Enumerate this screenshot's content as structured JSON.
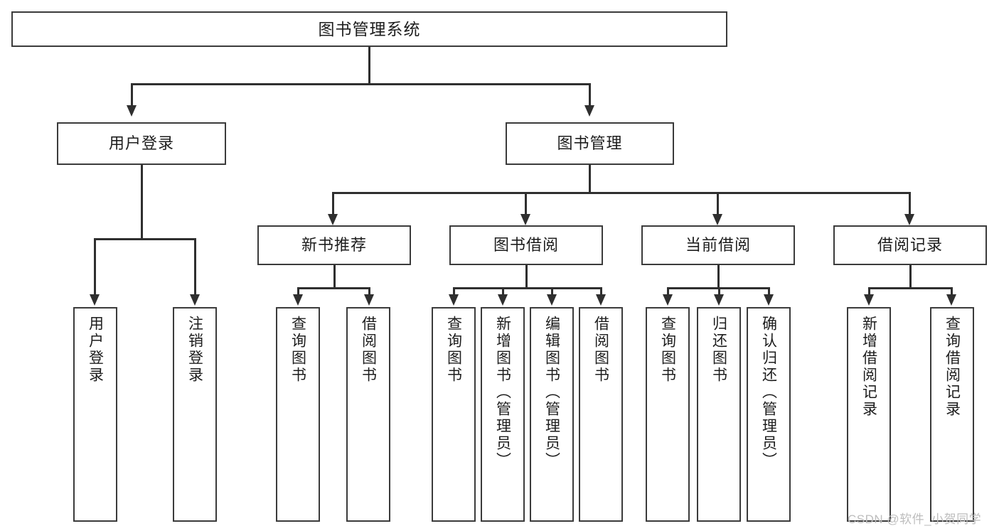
{
  "diagram": {
    "title": "图书管理系统",
    "watermark": "CSDN @软件_小贺同学",
    "root": {
      "label": "图书管理系统"
    },
    "level1": [
      {
        "label": "用户登录"
      },
      {
        "label": "图书管理"
      }
    ],
    "level2": [
      {
        "label": "新书推荐"
      },
      {
        "label": "图书借阅"
      },
      {
        "label": "当前借阅"
      },
      {
        "label": "借阅记录"
      }
    ],
    "leaves": [
      {
        "label": "用户登录"
      },
      {
        "label": "注销登录"
      },
      {
        "label": "查询图书"
      },
      {
        "label": "借阅图书"
      },
      {
        "label": "查询图书"
      },
      {
        "label": "新增图书（管理员）"
      },
      {
        "label": "编辑图书（管理员）"
      },
      {
        "label": "借阅图书"
      },
      {
        "label": "查询图书"
      },
      {
        "label": "归还图书"
      },
      {
        "label": "确认归还（管理员）"
      },
      {
        "label": "新增借阅记录"
      },
      {
        "label": "查询借阅记录"
      }
    ],
    "colors": {
      "stroke": "#3b3b3b",
      "line": "#2f2f2f",
      "text": "#1d1d1d",
      "background": "#ffffff",
      "watermark": "#bdbdbd"
    }
  }
}
